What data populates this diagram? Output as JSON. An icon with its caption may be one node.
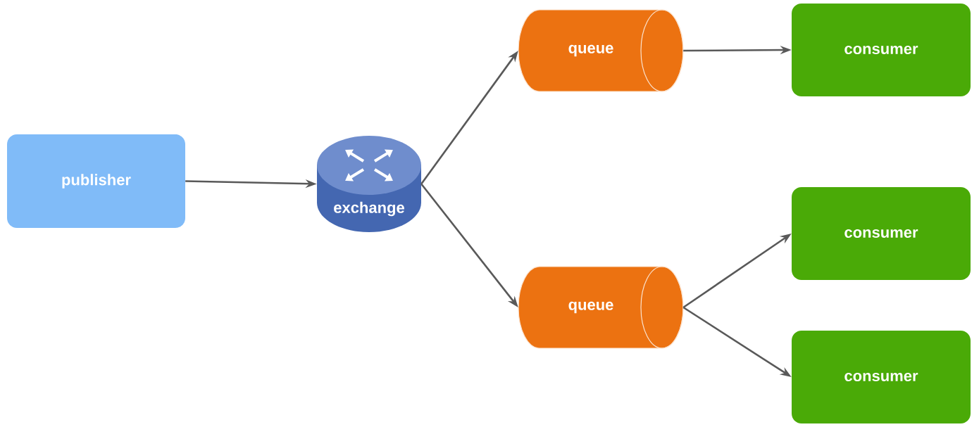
{
  "diagram": {
    "nodes": [
      {
        "text": [
          "publisher"
        ]
      },
      {
        "text": [
          "exchange"
        ]
      },
      {
        "text": [
          "queue"
        ]
      },
      {
        "text": [
          "queue"
        ]
      },
      {
        "text": [
          "consumer"
        ]
      },
      {
        "text": [
          "consumer"
        ]
      },
      {
        "text": [
          "consumer"
        ]
      }
    ],
    "edges": [
      {
        "from": 0,
        "to": 1,
        "arrow": "to"
      },
      {
        "from": 1,
        "to": 2,
        "arrow": "to"
      },
      {
        "from": 1,
        "to": 3,
        "arrow": "to"
      },
      {
        "from": 2,
        "to": 4,
        "arrow": "to"
      },
      {
        "from": 3,
        "to": 5,
        "arrow": "to"
      },
      {
        "from": 3,
        "to": 6,
        "arrow": "to"
      }
    ]
  }
}
